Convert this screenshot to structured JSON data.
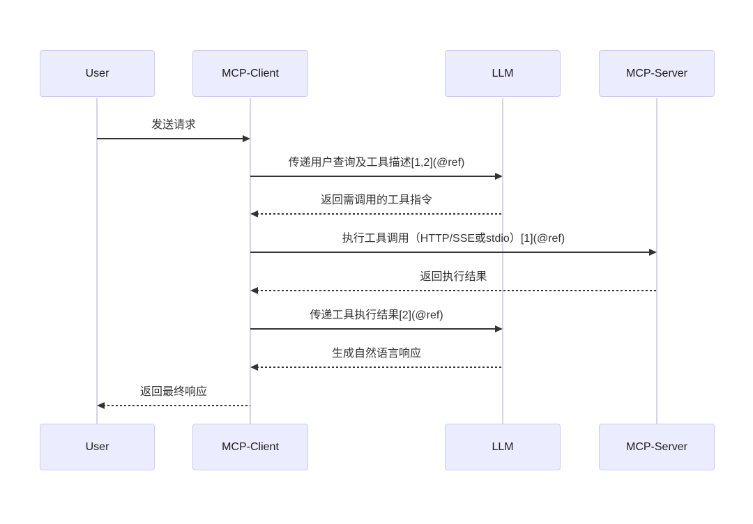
{
  "diagram": {
    "type": "sequence-diagram",
    "actors": [
      {
        "id": "user",
        "label": "User"
      },
      {
        "id": "mcp-client",
        "label": "MCP-Client"
      },
      {
        "id": "llm",
        "label": "LLM"
      },
      {
        "id": "mcp-server",
        "label": "MCP-Server"
      }
    ],
    "messages": [
      {
        "from": "User",
        "to": "MCP-Client",
        "label": "发送请求",
        "style": "solid"
      },
      {
        "from": "MCP-Client",
        "to": "LLM",
        "label": "传递用户查询及工具描述[1,2](@ref)",
        "style": "solid"
      },
      {
        "from": "LLM",
        "to": "MCP-Client",
        "label": "返回需调用的工具指令",
        "style": "dashed"
      },
      {
        "from": "MCP-Client",
        "to": "MCP-Server",
        "label": "执行工具调用（HTTP/SSE或stdio）[1](@ref)",
        "style": "solid"
      },
      {
        "from": "MCP-Server",
        "to": "MCP-Client",
        "label": "返回执行结果",
        "style": "dashed"
      },
      {
        "from": "MCP-Client",
        "to": "LLM",
        "label": "传递工具执行结果[2](@ref)",
        "style": "solid"
      },
      {
        "from": "LLM",
        "to": "MCP-Client",
        "label": "生成自然语言响应",
        "style": "dashed"
      },
      {
        "from": "MCP-Client",
        "to": "User",
        "label": "返回最终响应",
        "style": "dashed"
      }
    ],
    "colors": {
      "actor_fill": "#ECECFF",
      "actor_border": "#CFCBF0",
      "lifeline": "#D6D0F2",
      "message_line": "#333333",
      "text": "#333333",
      "background": "#FFFFFF"
    }
  }
}
